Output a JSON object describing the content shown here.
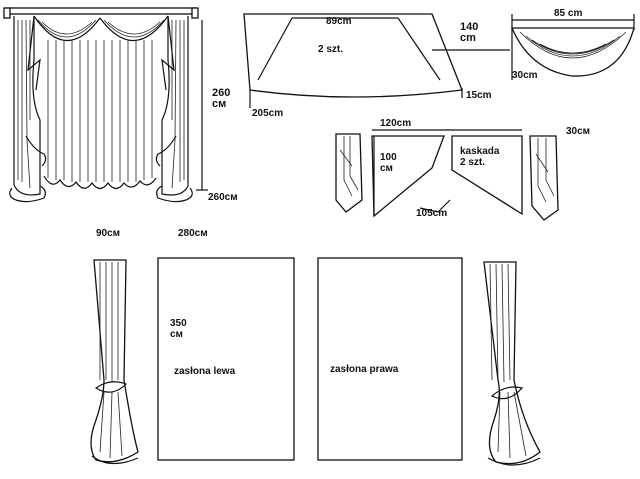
{
  "labels": {
    "main_height": "260\nсм",
    "main_width": "260см",
    "swag_top": "89cm",
    "swag_count": "2 szt.",
    "swag_side": "140\ncm",
    "swag_drop": "15cm",
    "swag_bottom": "205cm",
    "small_swag_width": "85  cm",
    "small_swag_drop": "30cm",
    "cascade_top": "120cm",
    "cascade_side": "30см",
    "cascade_height": "100\nсм",
    "cascade_title": "kaskada\n2 szt.",
    "cascade_bottom": "105cm",
    "drape_width": "90см",
    "panel_width": "280см",
    "panel_height": "350\nсм",
    "panel_left": "zasłona lewa",
    "panel_right": "zasłona prawa"
  }
}
